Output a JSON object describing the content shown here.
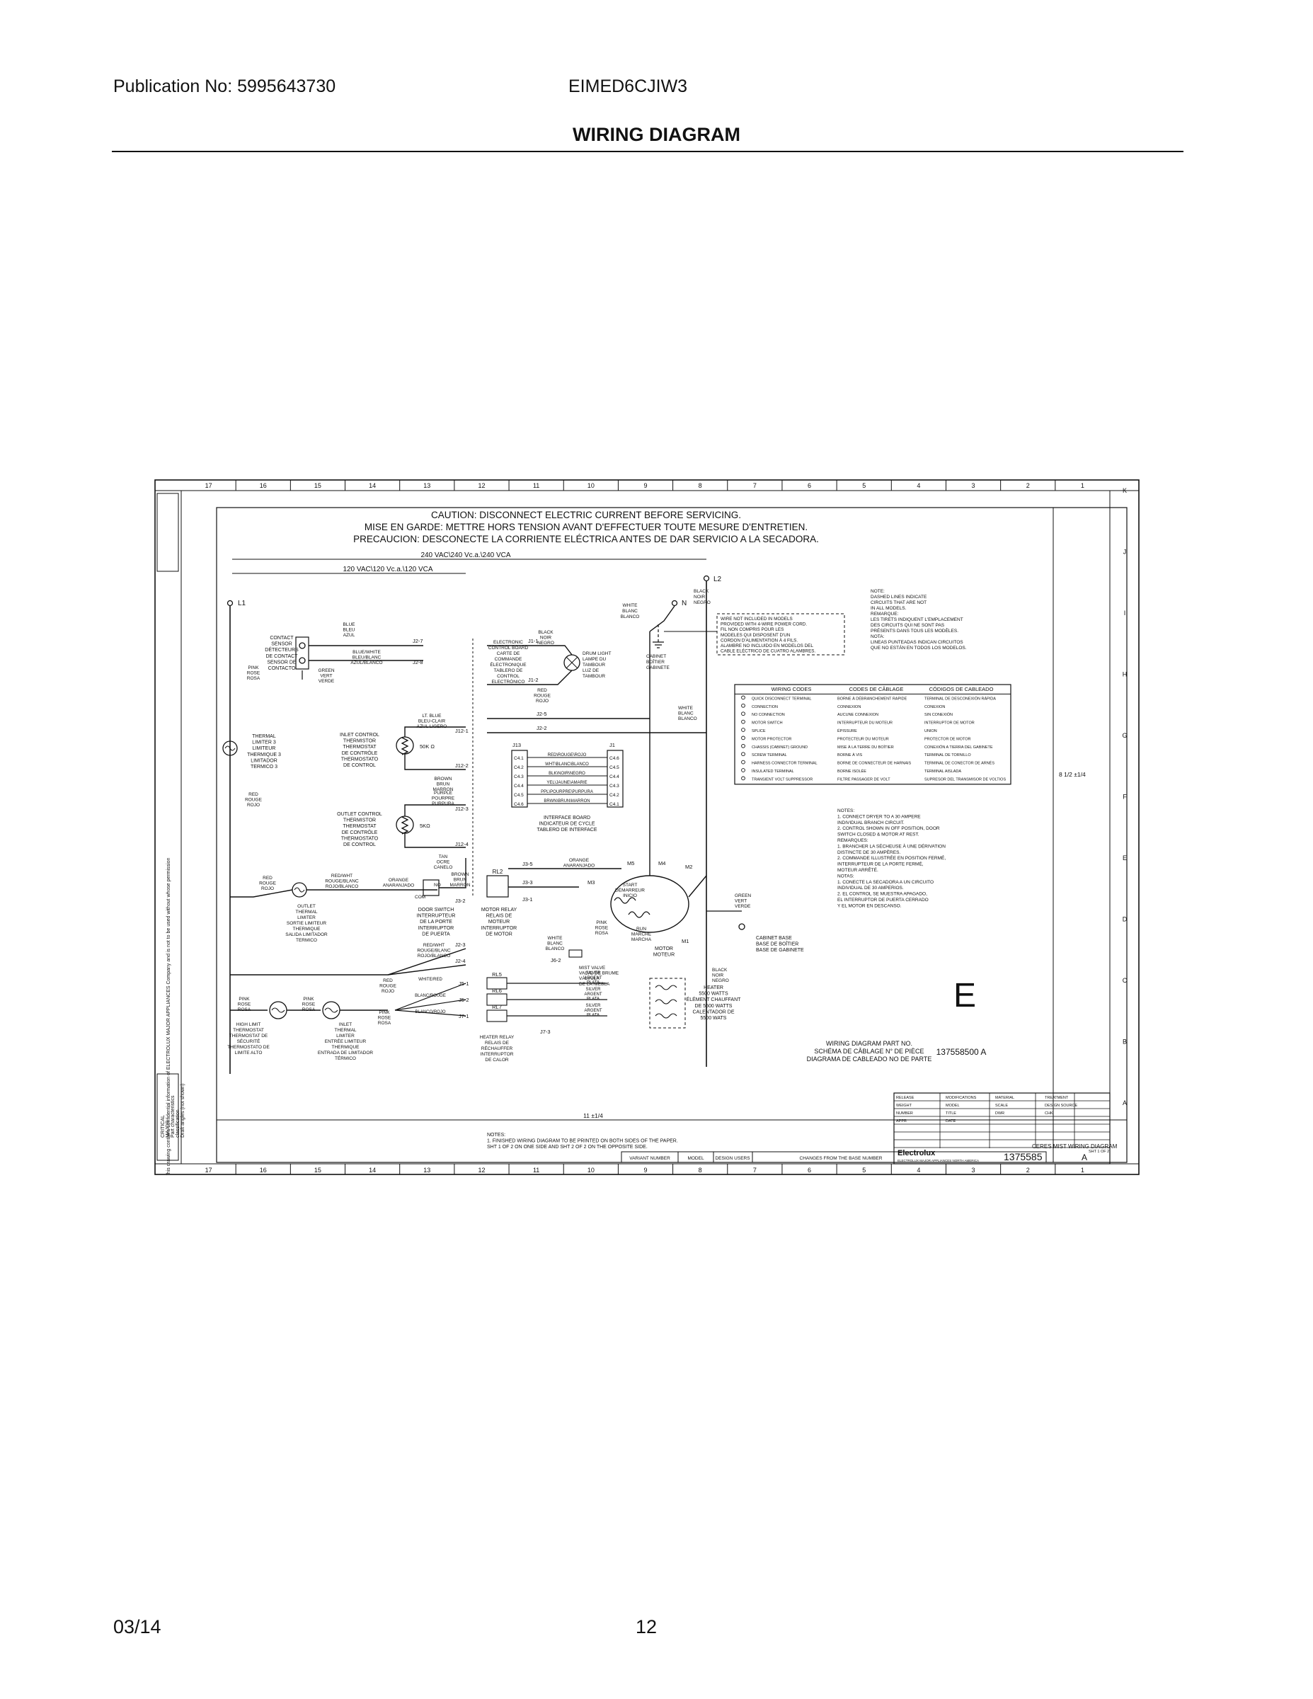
{
  "header": {
    "publication": "Publication No: 5995643730",
    "model": "EIMED6CJIW3",
    "title": "WIRING DIAGRAM"
  },
  "footer": {
    "date": "03/14",
    "page": "12"
  },
  "diagram": {
    "caution_lines": [
      "CAUTION: DISCONNECT ELECTRIC CURRENT BEFORE SERVICING.",
      "MISE EN GARDE: METTRE HORS TENSION AVANT D'EFFECTUER TOUTE MESURE D'ENTRETIEN.",
      "PRECAUCION: DESCONECTE LA CORRIENTE ELÉCTRICA ANTES DE DAR SERVICIO A LA SECADORA."
    ],
    "voltage_240": "240 VAC\\240 Vc.a.\\240 VCA",
    "voltage_120": "120 VAC\\120 Vc.a.\\120 VCA",
    "l1": "L1",
    "l2": "L2",
    "n": "N",
    "contact_sensor": [
      "CONTACT",
      "SENSOR",
      "DÉTECTEURS",
      "DE CONTACT",
      "SENSOR DE",
      "CONTACTO"
    ],
    "electronic_board": [
      "ELECTRONIC",
      "CONTROL BOARD",
      "CARTE DE",
      "COMMANDE",
      "ÉLECTRONIQUE",
      "TABLERO DE",
      "CONTROL",
      "ELECTRÓNICO"
    ],
    "drum_light": [
      "DRUM LIGHT",
      "LAMPE DU",
      "TAMBOUR",
      "LUZ DE",
      "TAMBOUR"
    ],
    "inlet_control_thermistor": [
      "INLET CONTROL",
      "THERMISTOR",
      "THERMOSTAT",
      "DE CONTRÔLE",
      "THERMOSTATO",
      "DE CONTROL"
    ],
    "outlet_control_thermistor": [
      "OUTLET CONTROL",
      "THERMISTOR",
      "THERMOSTAT",
      "DE CONTRÔLE",
      "THERMOSTATO",
      "DE CONTROL"
    ],
    "thermal_limiter": [
      "THERMAL",
      "LIMITER 3",
      "LIMITEUR",
      "THERMIQUE 3",
      "LIMITADOR",
      "TERMICO 3"
    ],
    "interface_board": [
      "INTERFACE BOARD",
      "INDICATEUR DE CYCLE",
      "TABLERO DE INTERFACE"
    ],
    "j13_pins": [
      "C4.1",
      "C4.2",
      "C4.3",
      "C4.4",
      "C4.5",
      "C4.6"
    ],
    "j1_pins": [
      "C4.6",
      "C4.5",
      "C4.4",
      "C4.3",
      "C4.2",
      "C4.1"
    ],
    "interface_wires": [
      "RED\\ROUGE\\ROJO",
      "WHT\\BLANC\\BLANCO",
      "BLK\\NOIR\\NEGRO",
      "YEL\\JAUNE\\AMARIE",
      "PPL\\POURPRE\\PURPURA",
      "BRWN\\BRUN\\MARRON"
    ],
    "j_labels": {
      "j2_7": "J2-7",
      "j2_8": "J2-8",
      "j1_1": "J1-1",
      "j1_2": "J1-2",
      "j2_5": "J2-5",
      "j2_2": "J2-2",
      "j12_1": "J12-1",
      "j12_2": "J12-2",
      "j12_3": "J12-3",
      "j12_4": "J12-4",
      "j3_5": "J3-5",
      "j3_2": "J3-2",
      "j3_1": "J3-1",
      "j3_3": "J3-3",
      "j2_4": "J2-4",
      "j5_1": "J5-1",
      "j5_2": "J5-2",
      "j7_1": "J7-1",
      "j7_3": "J7-3",
      "j6_2": "J6-2"
    },
    "motor_relay": [
      "MOTOR RELAY",
      "RELAIS DE",
      "MOTEUR",
      "INTERRUPTOR",
      "DE MOTOR"
    ],
    "door_switch": [
      "DOOR SWITCH",
      "INTERRUPTEUR",
      "DE LA PORTE",
      "INTERRUPTOR",
      "DE PUERTA"
    ],
    "motor": [
      "MOTOR",
      "MOTEUR"
    ],
    "motor_start": [
      "START",
      "DÉMARREUR",
      "INICIO"
    ],
    "motor_run": [
      "RUN",
      "MARCHE",
      "MARCHA"
    ],
    "cabinet_base": [
      "CABINET BASE",
      "BASE DE BOÎTIER",
      "BASE DE GABINETE"
    ],
    "mist_valve": [
      "MIST VALVE",
      "VALVE DE BRUME",
      "VÁLVULA",
      "DE LA NIEBLA"
    ],
    "heater": [
      "HEATER",
      "5500 WATTS",
      "ÉLÉMENT CHAUFFANT",
      "DE 5500 WATTS",
      "CALENTADOR DE",
      "5500 WATS"
    ],
    "heater_relay": [
      "HEATER RELAY",
      "RELAIS DE",
      "RÉCHAUFFER",
      "INTERRUPTOR",
      "DE CALOR"
    ],
    "high_limit": [
      "HIGH LIMIT",
      "THERMOSTAT",
      "THERMOSTAT DE",
      "SÉCURITÉ",
      "THERMOSTATO DE",
      "LIMITE ALTO"
    ],
    "inlet_limiter": [
      "INLET",
      "THERMAL",
      "LIMITER",
      "ENTRÉE LIMITEUR",
      "THERMIQUE",
      "ENTRADA DE LIMITADOR",
      "TÉRMICO"
    ],
    "outlet_limiter": [
      "OUTLET",
      "THERMAL",
      "LIMITER",
      "SORTIE LIMITEUR",
      "THERMIQUE",
      "SALIDA LIMITADOR",
      "TERMICO"
    ],
    "relays": {
      "rl2": "RL2",
      "rl5": "RL5",
      "rl6": "RL6",
      "rl7": "RL7"
    },
    "motor_terminals": {
      "m1": "M1",
      "m2": "M2",
      "m3": "M3",
      "m4": "M4",
      "m5": "M5"
    },
    "resistances": {
      "r50k": "50K Ω",
      "r5k": "5KΩ"
    },
    "wire_colors": {
      "pink": [
        "PINK",
        "ROSE",
        "ROSA"
      ],
      "red": [
        "RED",
        "ROUGE",
        "ROJO"
      ],
      "blue": [
        "BLUE",
        "BLEU",
        "AZUL"
      ],
      "blue_white": [
        "BLUE/WHITE",
        "BLEU/BLANC",
        "AZUL/BLANCO"
      ],
      "green": [
        "GREEN",
        "VERT",
        "VERDE"
      ],
      "black": [
        "BLACK",
        "NOIR",
        "NEGRO"
      ],
      "white": [
        "WHITE",
        "BLANC",
        "BLANCO"
      ],
      "brown": [
        "BROWN",
        "BRUN",
        "MARRON"
      ],
      "purple": [
        "PURPLE",
        "POURPRE",
        "PURPURA"
      ],
      "tan": [
        "TAN",
        "OCRE",
        "CANELO"
      ],
      "orange": [
        "ORANGE",
        "ANARANJADO"
      ],
      "red_white": [
        "RED/WHT",
        "ROUGE/BLANC",
        "ROJO/BLANCO"
      ],
      "lt_blue": [
        "LT. BLUE",
        "BLEU-CLAIR",
        "AZUL LIGERO"
      ],
      "silver": [
        "SILVER",
        "ARGENT",
        "PLATA"
      ],
      "white_red": [
        "WHITE/RED",
        "BLANC/ROUGE",
        "BLANCO/ROJO"
      ],
      "cabinet": [
        "CABINET",
        "BOÎTIER",
        "GABINETE"
      ]
    },
    "wire_note": [
      "WIRE NOT INCLUDED IN MODELS",
      "PROVIDED WITH 4-WIRE POWER CORD.",
      "FIL NON COMPRIS POUR LES",
      "MODELES QUI DISPOSENT D'UN",
      "CORDON D'ALIMENTATION À 4 FILS.",
      "ALAMBRE NO INCLUIDO EN MODELOS DEL",
      "CABLE ELÉCTRICO DE CUATRO ALAMBRES."
    ],
    "dashed_note": [
      "NOTE:",
      "DASHED LINES INDICATE",
      "CIRCUITS THAT ARE NOT",
      "IN ALL MODELS.",
      "REMARQUE:",
      "LES TIRETS INDIQUENT L'EMPLACEMENT",
      "DES CIRCUITS QUI NE SONT PAS",
      "PRÉSENTS DANS TOUS LES MODÈLES.",
      "NOTA:",
      "LINEAS PUNTEADAS INDICAN CIRCUITOS",
      "QUE NO ESTÁN EN TODOS LOS MODELOS."
    ],
    "codes_headers": [
      "WIRING CODES",
      "CODES DE CÂBLAGE",
      "CÓDIGOS DE CABLEADO"
    ],
    "codes_rows": [
      [
        "QUICK DISCONNECT TERMINAL",
        "BORNE À DÉBRANCHEMENT RAPIDE",
        "TERMINAL DE DESCONEXIÓN RÁPIDA"
      ],
      [
        "CONNECTION",
        "CONNEXION",
        "CONEXION"
      ],
      [
        "NO CONNECTION",
        "AUCUNE CONNEXION",
        "SIN CONEXIÓN"
      ],
      [
        "MOTOR SWITCH",
        "INTERRUPTEUR DU MOTEUR",
        "INTERRUPTOR DE MOTOR"
      ],
      [
        "SPLICE",
        "ÉPISSURE",
        "UNION"
      ],
      [
        "MOTOR PROTECTOR",
        "PROTECTEUR DU MOTEUR",
        "PROTECTOR DE MOTOR"
      ],
      [
        "CHASSIS (CABINET) GROUND",
        "MISE À LA TERRE DU BOÎTIER",
        "CONEXIÓN A TIERRA DEL GABINETE"
      ],
      [
        "SCREW TERMINAL",
        "BORNE À VIS",
        "TERMINAL DE TORNILLO"
      ],
      [
        "HARNESS CONNECTOR TERMINAL",
        "BORNE DE CONNECTEUR DE HARNAIS",
        "TERMINAL DE CONECTOR DE ARNÉS"
      ],
      [
        "INSULATED TERMINAL",
        "BORNE ISOLÉE",
        "TERMINAL AISLADA"
      ],
      [
        "TRANSIENT VOLT SUPPRESSOR",
        "FILTRE PASSAGER DE VOLT",
        "SUPRESOR DEL TRANSMISOR DE VOLTIOS"
      ]
    ],
    "notes": [
      "NOTES:",
      "1. CONNECT DRYER TO A 30 AMPERE",
      "INDIVIDUAL BRANCH CIRCUIT.",
      "2. CONTROL SHOWN IN OFF POSITION, DOOR",
      "SWITCH CLOSED & MOTOR AT REST.",
      "REMARQUES:",
      "1. BRANCHER LA SÉCHEUSE À UNE DÉRIVATION",
      "DISTINCTE DE 30 AMPÈRES.",
      "2. COMMANDE ILLUSTRÉE EN POSITION FERMÉ,",
      "INTERRUPTEUR DE LA PORTE FERMÉ,",
      "MOTEUR ARRÊTÉ.",
      "NOTAS:",
      "1. CONECTE LA SECADORA A UN CIRCUITO",
      "INDIVIDUAL DE 30 AMPERIOS.",
      "2. EL CONTROL SE MUESTRA APAGADO,",
      "EL INTERRUPTOR DE PUERTA CERRADO",
      "Y EL MOTOR EN DESCANSO."
    ],
    "dim_vertical": "8 1/2 ±1/4",
    "dim_horizontal": "11 ±1/4",
    "big_letter": "E",
    "part_lines": [
      "WIRING DIAGRAM PART NO.",
      "SCHÉMA DE CÂBLAGE N° DE PIÈCE",
      "DIAGRAMA DE CABLEADO NO DE PARTE"
    ],
    "part_number": "137558500 A",
    "print_notes": [
      "NOTES:",
      "1. FINISHED WIRING DIAGRAM TO BE PRINTED ON BOTH SIDES OF THE PAPER.",
      "SHT 1 OF 2 ON ONE SIDE AND SHT 2 OF 2 ON THE OPPOSITE SIDE."
    ],
    "variant_headers": [
      "VARIANT NUMBER",
      "MODEL",
      "DESIGN USERS",
      "CHANGES FROM THE BASE NUMBER"
    ],
    "title_block": {
      "brand": "Electrolux",
      "company": [
        "ELECTROLUX MAJOR APPLIANCES NORTH AMERICA"
      ],
      "doc_title": "CERES MIST WIRING DIAGRAM",
      "number": "1375585",
      "rev": "A",
      "sheet": "SHT 1 OF 2",
      "fields": [
        "RELEASE",
        "MODIFICATIONS",
        "MATERIAL",
        "TREATMENT",
        "WEIGHT",
        "MODEL",
        "SCALE",
        "DESIGN SOURCE",
        "NUMBER",
        "TITLE",
        "DWR",
        "CHK",
        "APPR",
        "DATE"
      ]
    },
    "left_strip": [
      "CRITICAL",
      "MAJOR",
      "Part characteristics",
      "classification",
      "Draft angles (not shown)"
    ],
    "left_notice": "This drawing contains confidential information of ELECTROLUX MAJOR APPLIANCES Company and is not to be used without whose permission",
    "frame_cols": [
      "17",
      "16",
      "15",
      "14",
      "13",
      "12",
      "11",
      "10",
      "9",
      "8",
      "7",
      "6",
      "5",
      "4",
      "3",
      "2",
      "1"
    ],
    "frame_rows": [
      "K",
      "J",
      "I",
      "H",
      "G",
      "F",
      "E",
      "D",
      "C",
      "B",
      "A"
    ]
  }
}
